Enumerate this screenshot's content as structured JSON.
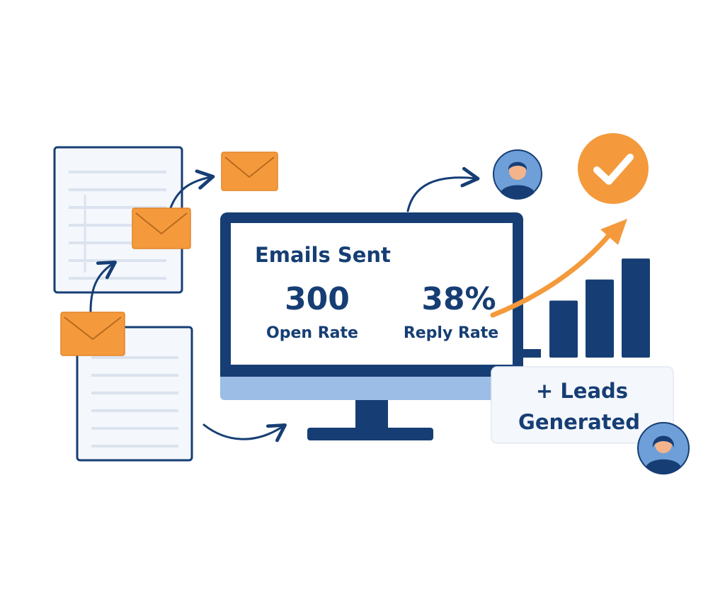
{
  "monitor": {
    "heading": "Emails Sent",
    "stat_left": {
      "value": "300",
      "label": "Open Rate"
    },
    "stat_right": {
      "value": "38%",
      "label": "Reply Rate"
    }
  },
  "leads_card": {
    "line1": "+ Leads",
    "line2": "Generated"
  },
  "bar_levels": [
    0.38,
    0.52,
    0.66
  ],
  "icons": {
    "envelope": "envelope-icon",
    "document": "document-icon",
    "avatar": "person-avatar-icon",
    "checkmark": "checkmark-circle-icon",
    "arrow": "arrow-icon"
  },
  "colors": {
    "navy": "#163e74",
    "orange": "#f49a3c",
    "light_blue": "#9bbde6",
    "avatar_bg": "#6e9fd8",
    "skin": "#f3b48c",
    "paper": "#f4f7fc",
    "line": "#dbe3ef"
  }
}
